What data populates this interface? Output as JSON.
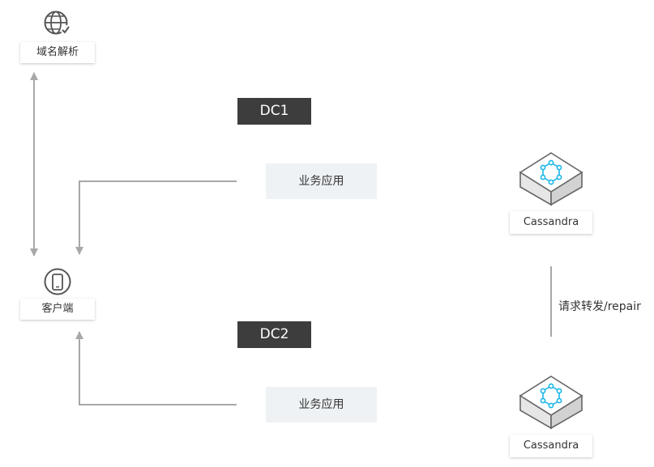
{
  "nodes": {
    "dns": {
      "label": "域名解析",
      "icon": "globe-check-icon"
    },
    "client": {
      "label": "客户端",
      "icon": "phone-icon"
    },
    "dc1": {
      "tab": "DC1",
      "app_label": "业务应用",
      "db_label": "Cassandra",
      "db_icon": "cassandra-cube-icon"
    },
    "dc2": {
      "tab": "DC2",
      "app_label": "业务应用",
      "db_label": "Cassandra",
      "db_icon": "cassandra-cube-icon"
    }
  },
  "edges": {
    "cross_dc": {
      "label": "请求转发/repair"
    }
  },
  "colors": {
    "tab_bg": "#3d3d3d",
    "app_box_bg": "#eef2f5",
    "connector": "#a8a8a8",
    "node_accent": "#1ab6e8"
  }
}
